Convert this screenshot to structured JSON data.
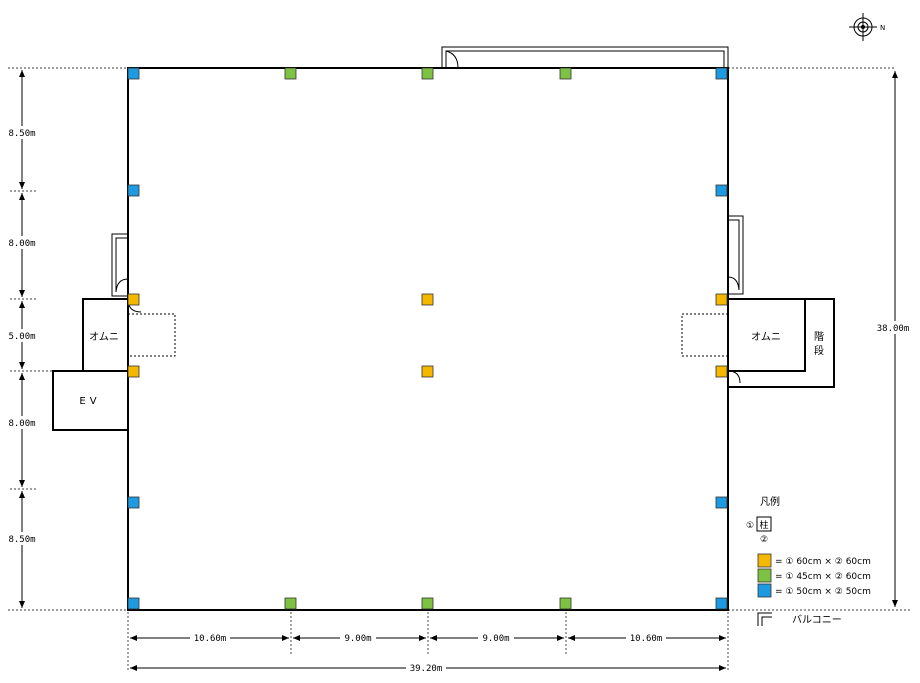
{
  "compass": {
    "north_label": "N",
    "icon": "north-arrow-icon"
  },
  "dimensions": {
    "left": [
      "8.50m",
      "8.00m",
      "5.00m",
      "8.00m",
      "8.50m"
    ],
    "right_total": "38.00m",
    "bottom": [
      "10.60m",
      "9.00m",
      "9.00m",
      "10.60m"
    ],
    "bottom_total": "39.20m"
  },
  "rooms": {
    "omni_left": "オムニ",
    "omni_right": "オムニ",
    "ev": "EV",
    "stairs_line1": "階",
    "stairs_line2": "段"
  },
  "legend": {
    "title": "凡例",
    "key_top": "①",
    "key_symbol": "柱",
    "key_bottom": "②",
    "items": [
      {
        "color": "#f5b800",
        "text": "= ① 60cm × ② 60cm"
      },
      {
        "color": "#7dc242",
        "text": "= ① 45cm × ② 60cm"
      },
      {
        "color": "#1e9be0",
        "text": "= ① 50cm × ② 50cm"
      }
    ],
    "balcony_text": "バルコニー"
  },
  "colors": {
    "yellow": "#f5b800",
    "green": "#7dc242",
    "blue": "#1e9be0"
  }
}
